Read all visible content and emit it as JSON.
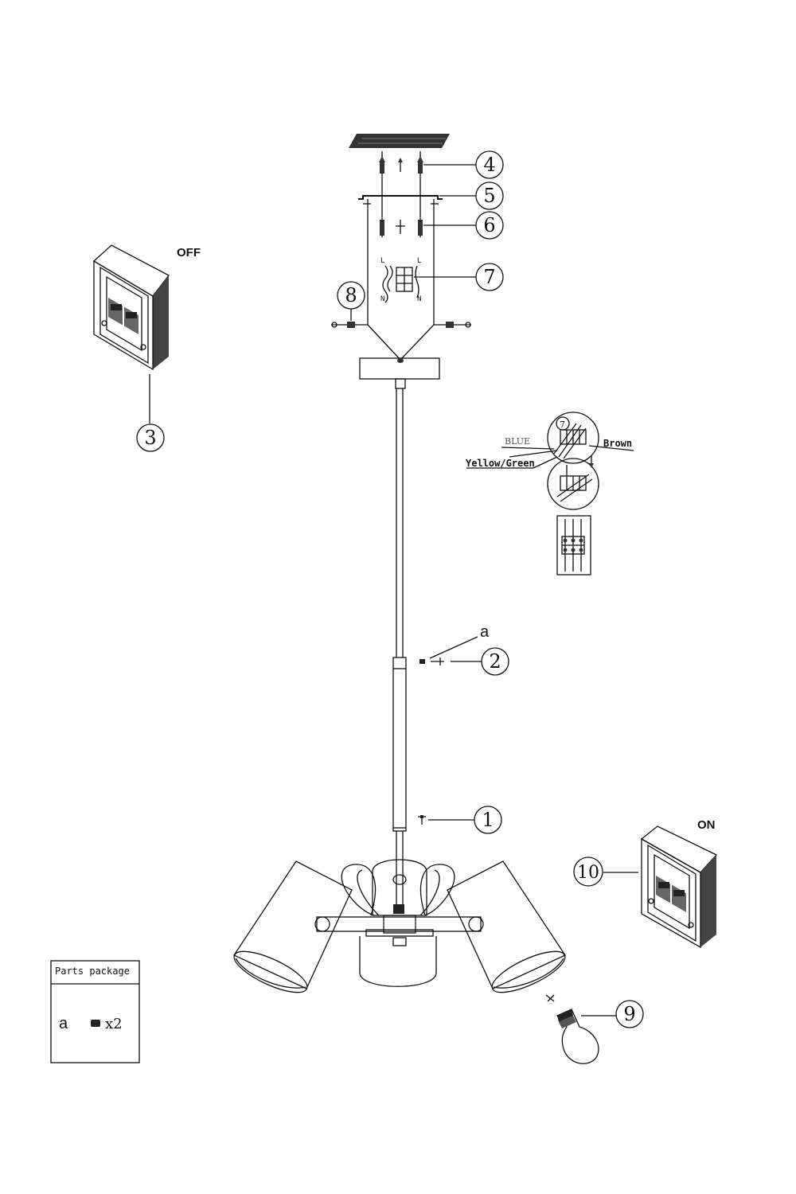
{
  "callouts": {
    "c1": "1",
    "c2": "2",
    "c3": "3",
    "c4": "4",
    "c5": "5",
    "c6": "6",
    "c7": "7",
    "c8": "8",
    "c9": "9",
    "c10": "10"
  },
  "switch_off": {
    "label": "OFF"
  },
  "switch_on": {
    "label": "ON"
  },
  "wiring": {
    "blue": "BLUE",
    "brown": "Brown",
    "yellow_green": "Yellow/Green",
    "terminal_num": "7"
  },
  "part_ref": "a",
  "parts_package": {
    "title": "Parts package",
    "item_label": "a",
    "item_qty": "x2"
  },
  "icons": {
    "switch_off": "switch-box-off-icon",
    "switch_on": "switch-box-on-icon",
    "bulb": "light-bulb-icon",
    "screw": "screw-icon"
  }
}
